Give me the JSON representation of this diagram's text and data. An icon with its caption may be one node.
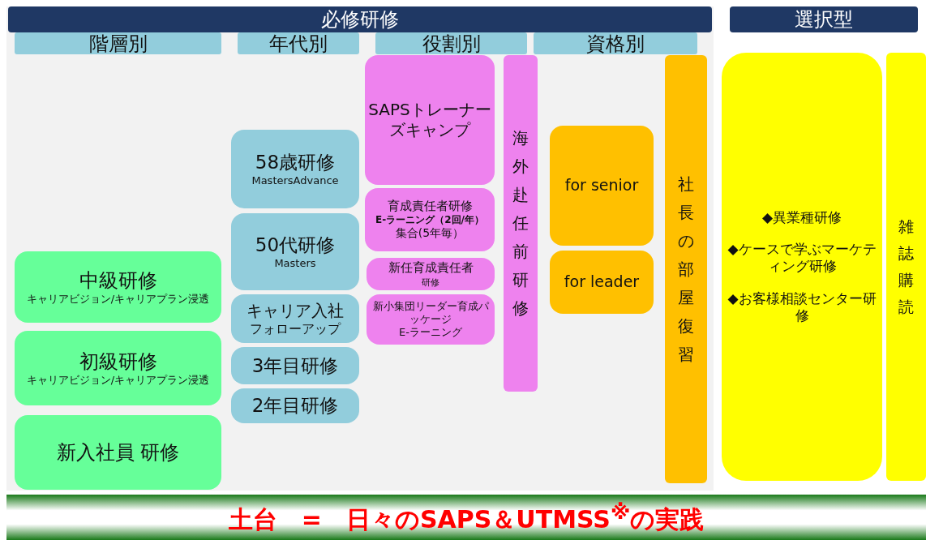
{
  "diagram": {
    "nodes": [
      {
        "text": [
          "必修研修"
        ]
      },
      {
        "text": [
          "階層別"
        ],
        "in": 0
      },
      {
        "text": [
          "年代別"
        ],
        "in": 0
      },
      {
        "text": [
          "役割別"
        ],
        "in": 0
      },
      {
        "text": [
          "資格別"
        ],
        "in": 0
      },
      {
        "text": [
          "中級研修",
          "キャリアビジョン/キャリアプラン浸透"
        ],
        "in": 0
      },
      {
        "text": [
          "初級研修",
          "キャリアビジョン/キャリアプラン浸透"
        ],
        "in": 0
      },
      {
        "text": [
          "新入社員 研修"
        ],
        "in": 0
      },
      {
        "text": [
          "58歳研修",
          "MastersAdvance"
        ],
        "in": 0
      },
      {
        "text": [
          "50代研修",
          "Masters"
        ],
        "in": 0
      },
      {
        "text": [
          "キャリア入社",
          "フォローアップ"
        ],
        "in": 0
      },
      {
        "text": [
          "3年目研修"
        ],
        "in": 0
      },
      {
        "text": [
          "2年目研修"
        ],
        "in": 0
      },
      {
        "text": [
          "SAPSトレーナーズキャンプ"
        ],
        "in": 0
      },
      {
        "text": [
          "育成責任者研修",
          "E-ラーニング（2回/年）",
          "集合(5年毎）"
        ],
        "in": 0
      },
      {
        "text": [
          "新任育成責任者",
          "研修"
        ],
        "in": 0
      },
      {
        "text": [
          "新小集団リーダー育成パッケージ",
          "E-ラーニング"
        ],
        "in": 0
      },
      {
        "text": [
          "海外赴任前研修"
        ],
        "in": 0
      },
      {
        "text": [
          "for senior"
        ],
        "in": 0
      },
      {
        "text": [
          "for leader"
        ],
        "in": 0
      },
      {
        "text": [
          "社長の部屋復習"
        ],
        "in": 0
      },
      {
        "text": [
          "選択型"
        ]
      },
      {
        "text": [
          "◆異業種研修",
          "◆ケースで学ぶマーケティング研修",
          "◆お客様相談センター研修"
        ],
        "in": 21
      },
      {
        "text": [
          "雑誌購読"
        ],
        "in": 21
      },
      {
        "text": [
          "土台　=　日々のSAPS＆UTMSS$^{※}$の実践"
        ]
      }
    ],
    "edges": []
  }
}
